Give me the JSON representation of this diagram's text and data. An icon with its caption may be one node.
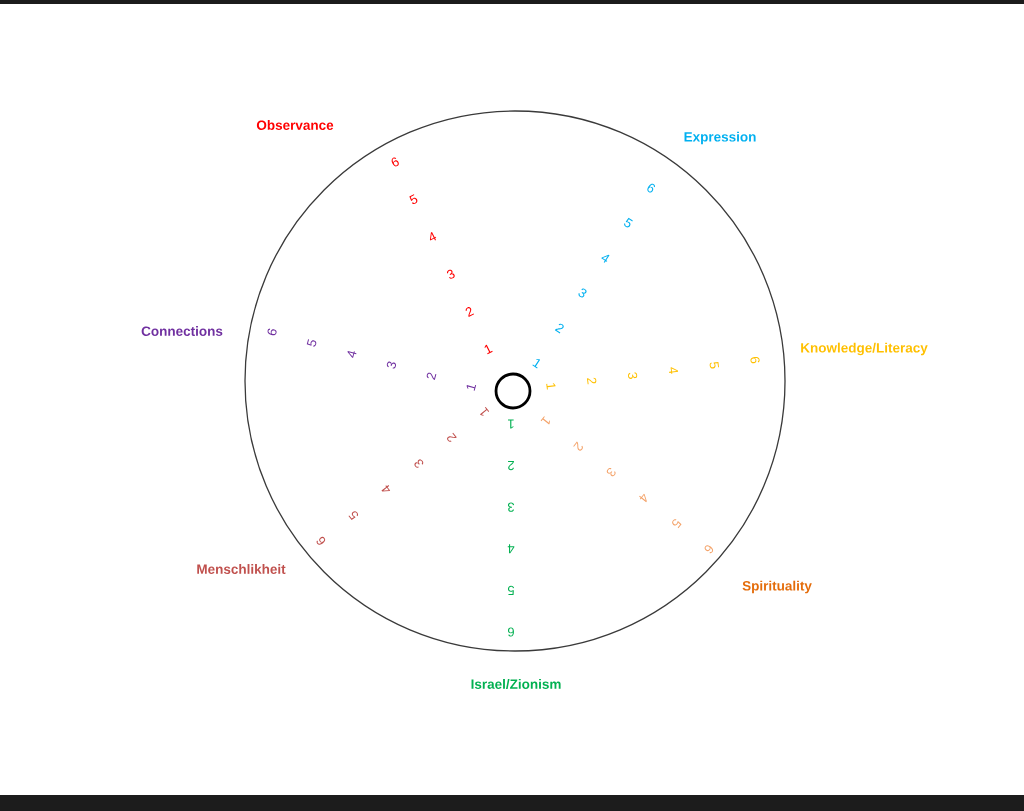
{
  "diagram": {
    "nodes": [
      {
        "text": [],
        "shape": "circle"
      },
      {
        "text": [],
        "shape": "circle",
        "in": 0
      }
    ],
    "labels": [
      "Observance",
      "1",
      "2",
      "3",
      "4",
      "5",
      "6",
      "Expression",
      "1",
      "2",
      "3",
      "4",
      "5",
      "6",
      "Knowledge/Literacy",
      "1",
      "2",
      "3",
      "4",
      "5",
      "6",
      "Spirituality",
      "1",
      "2",
      "3",
      "4",
      "5",
      "6",
      "Israel/Zionism",
      "1",
      "2",
      "3",
      "4",
      "5",
      "6",
      "Menschlikheit",
      "1",
      "2",
      "3",
      "4",
      "5",
      "6",
      "Connections",
      "1",
      "2",
      "3",
      "4",
      "5",
      "6"
    ]
  }
}
